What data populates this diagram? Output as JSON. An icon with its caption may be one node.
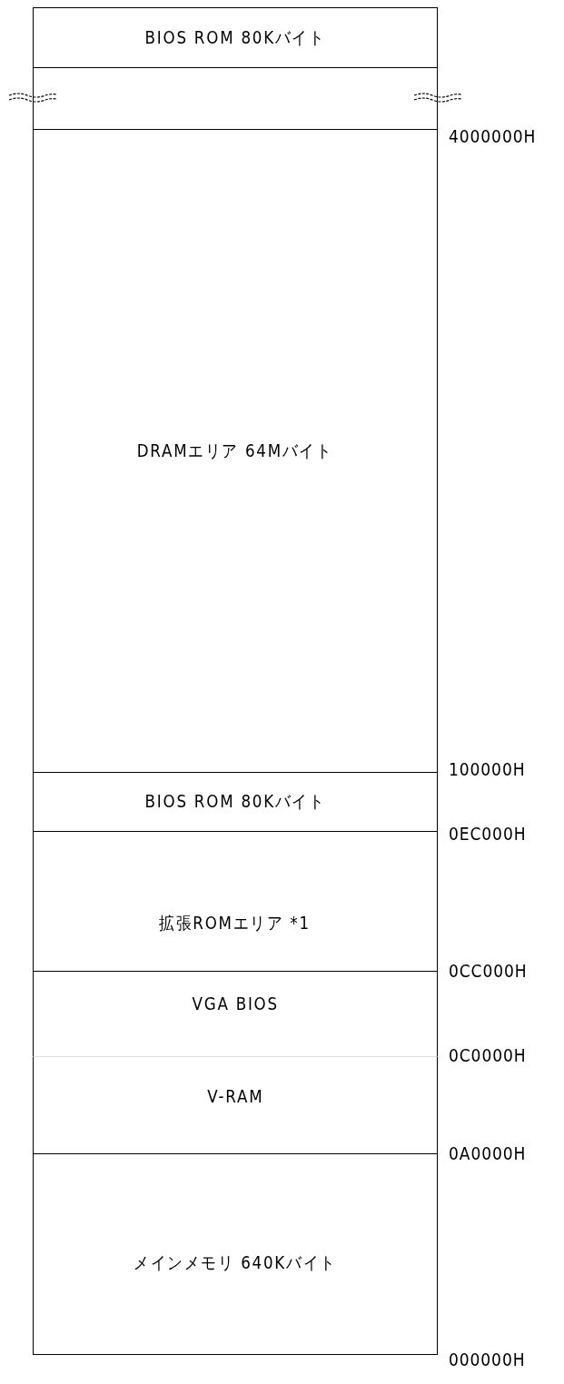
{
  "diagram": {
    "nodes": [
      {
        "text": [
          "BIOS ROM 80Kバイト"
        ]
      },
      {
        "text": [],
        "shape": "box"
      },
      {
        "text": [
          "DRAMエリア 64Mバイト"
        ]
      },
      {
        "text": [
          "BIOS ROM 80Kバイト"
        ]
      },
      {
        "text": [
          "拡張ROMエリア *1"
        ]
      },
      {
        "text": [
          "VGA BIOS"
        ]
      },
      {
        "text": [
          "V-RAM"
        ]
      },
      {
        "text": [
          "メインメモリ 640Kバイト"
        ]
      }
    ],
    "labels": [
      "4000000H",
      "100000H",
      "0EC000H",
      "0CC000H",
      "0C0000H",
      "0A0000H",
      "000000H"
    ]
  }
}
